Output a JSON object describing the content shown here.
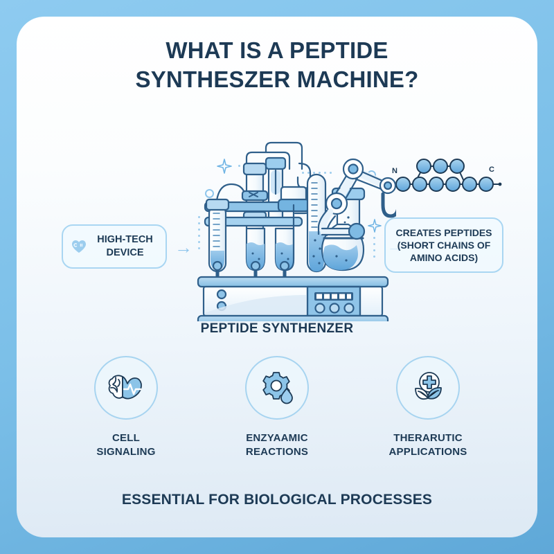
{
  "theme": {
    "frame_color": "#7bbfe8",
    "card_bg_top": "#ffffff",
    "card_bg_bottom": "#dde9f4",
    "text_dark": "#1d3a55",
    "accent_blue": "#7db9e8",
    "line_blue": "#a9d6f2",
    "fill_blue": "#8cc4e8"
  },
  "title": {
    "line1": "WHAT IS A PEPTIDE",
    "line2": "SYNTHESZER MACHINE?"
  },
  "callouts": {
    "left": {
      "icon": "heart-icon",
      "text": "HIGH-TECH DEVICE"
    },
    "right": {
      "line1": "CREATES PEPTIDES",
      "line2": "(SHORT CHAINS OF",
      "line3": "AMINO ACIDS)"
    },
    "arrow_left": "→",
    "arrow_right": "→"
  },
  "peptide_chain": {
    "n_label": "N",
    "c_label": "C",
    "bottom_nodes": 6,
    "top_nodes": 3
  },
  "machine": {
    "caption": "PEPTIDE SYNTHENZER",
    "panel_segments": 5,
    "panel_knobs": 3,
    "screen_lights": 2,
    "test_tubes": 4,
    "flasks": 1,
    "robot_arm_joints": 3
  },
  "features": [
    {
      "icon": "brain-heart-icon",
      "line1": "CELL",
      "line2": "SIGNALING"
    },
    {
      "icon": "gear-droplet-icon",
      "line1": "ENZYAAMIC",
      "line2": "REACTIONS"
    },
    {
      "icon": "medical-cross-leaves-icon",
      "line1": "THERARUTIC",
      "line2": "APPLICATIONS"
    }
  ],
  "footer": {
    "text": "ESSENTIAL FOR BIOLOGICAL PROCESSES"
  }
}
